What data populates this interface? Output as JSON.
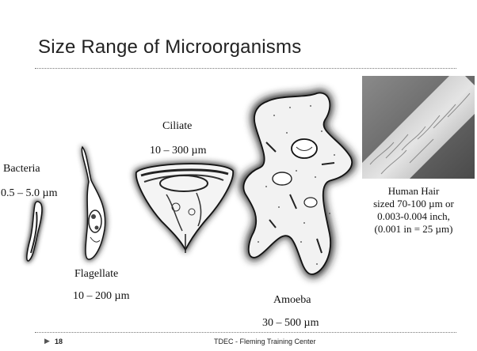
{
  "slide": {
    "title": "Size Range of Microorganisms",
    "page_number": "18",
    "footer": "TDEC - Fleming Training Center"
  },
  "organisms": {
    "bacteria": {
      "name": "Bacteria",
      "size": "0.5 – 5.0 µm"
    },
    "flagellate": {
      "name": "Flagellate",
      "size": "10 – 200 µm"
    },
    "ciliate": {
      "name": "Ciliate",
      "size": "10 – 300 µm"
    },
    "amoeba": {
      "name": "Amoeba",
      "size": "30 – 500 µm"
    },
    "hair": {
      "line1": "Human Hair",
      "line2": "sized 70-100 µm or",
      "line3": "0.003-0.004 inch,",
      "line4": "(0.001 in = 25 µm)"
    }
  }
}
